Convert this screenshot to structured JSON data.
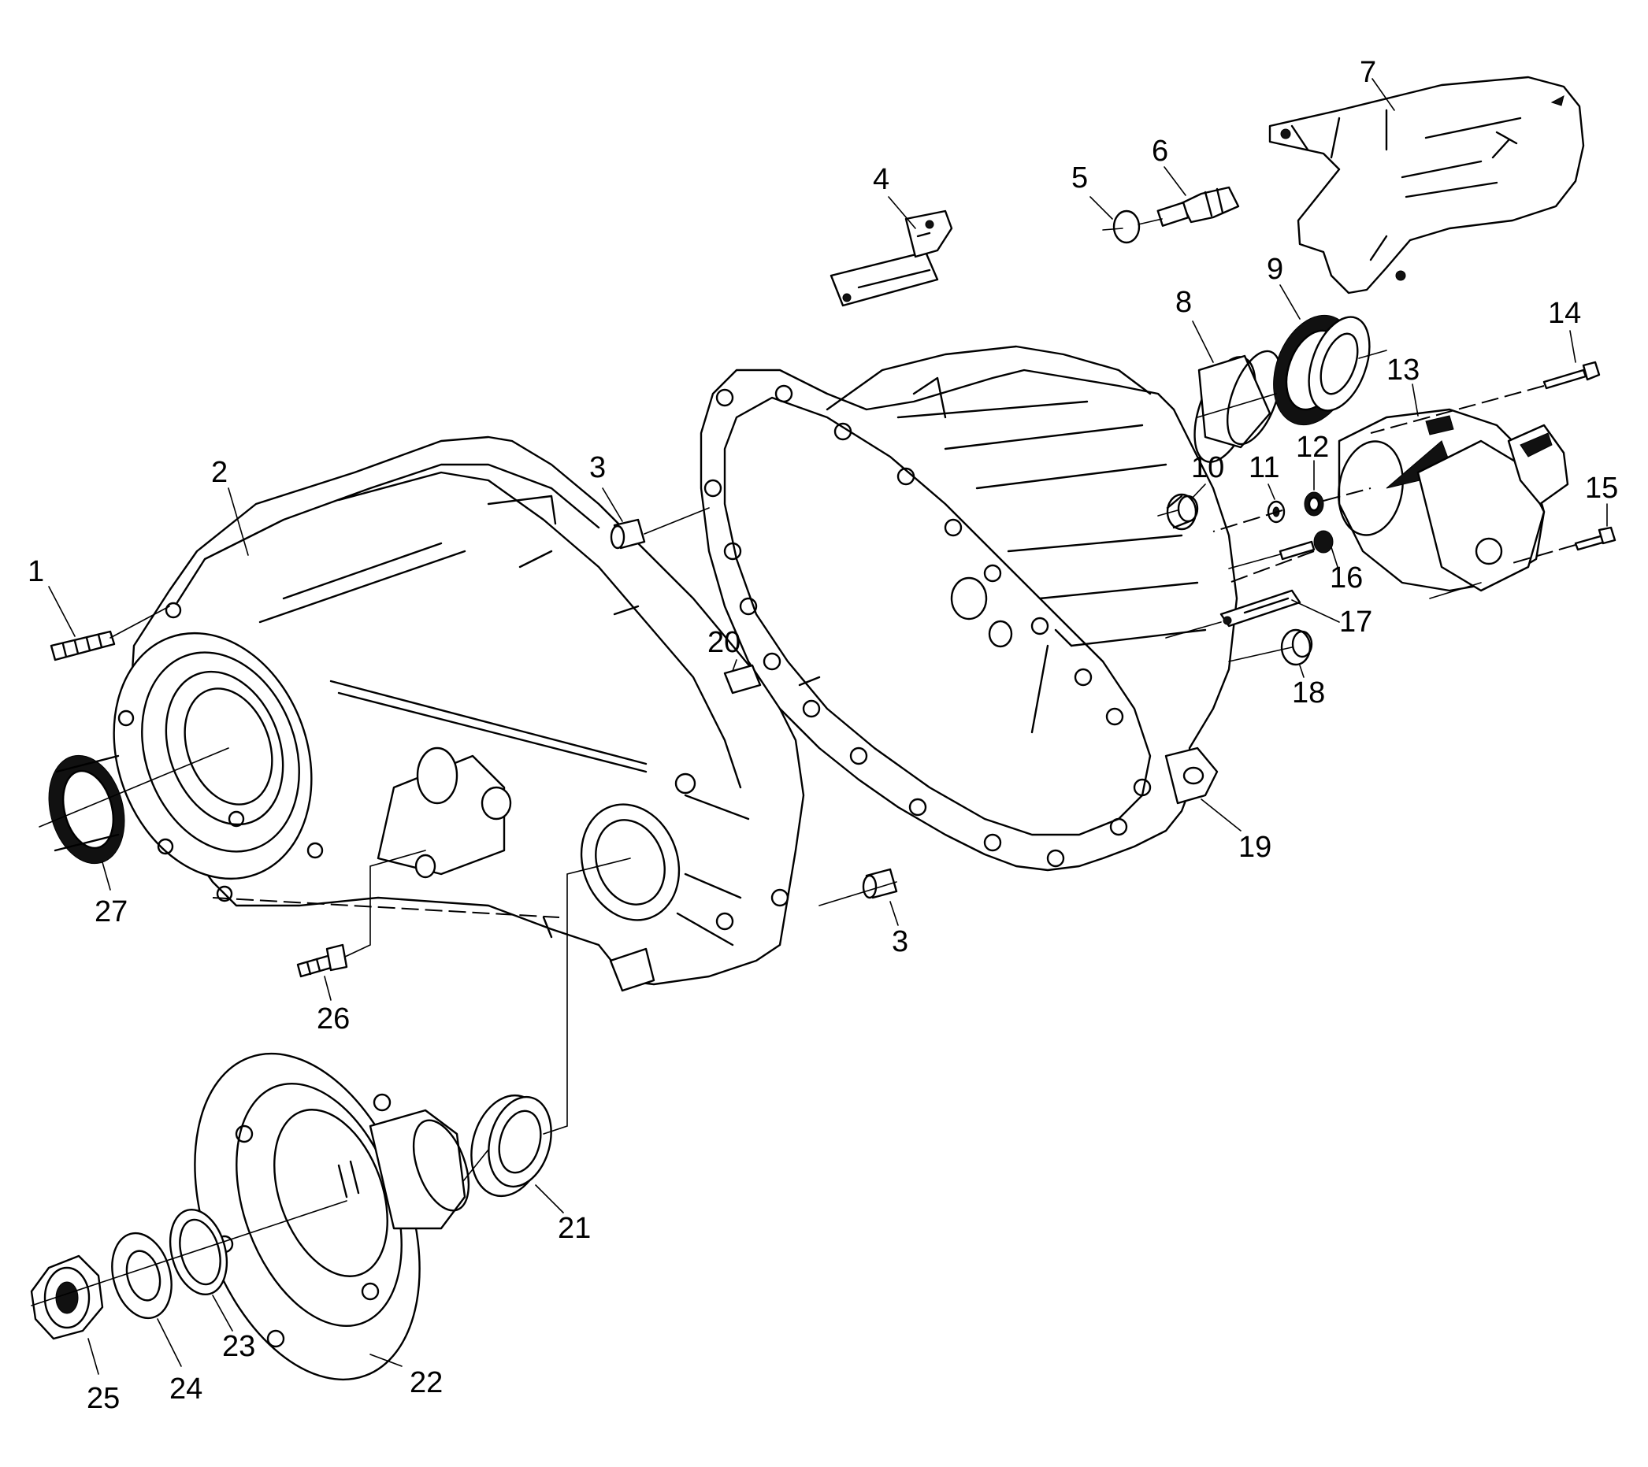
{
  "callouts": [
    "1",
    "2",
    "3",
    "3",
    "4",
    "5",
    "6",
    "7",
    "8",
    "9",
    "10",
    "11",
    "12",
    "13",
    "14",
    "15",
    "16",
    "17",
    "18",
    "19",
    "20",
    "21",
    "22",
    "23",
    "24",
    "25",
    "26",
    "27"
  ]
}
